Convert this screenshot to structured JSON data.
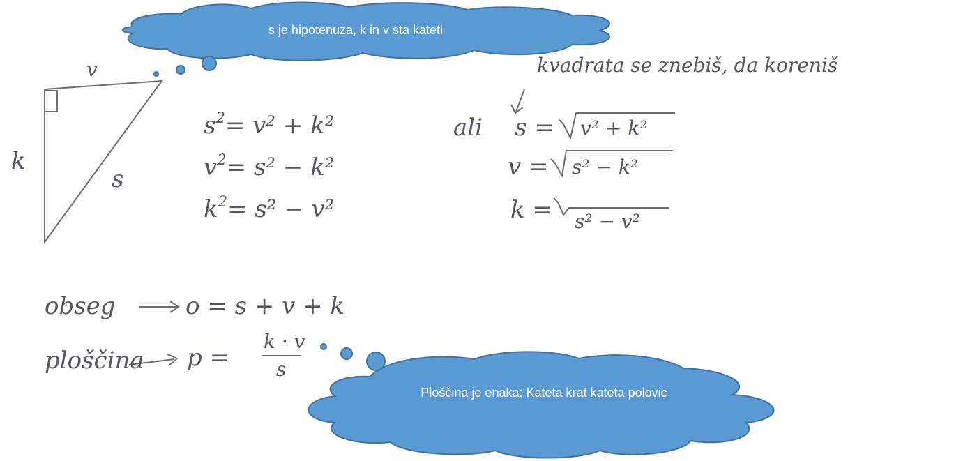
{
  "callouts": {
    "top": "s je hipotenuza, k in v sta kateti",
    "bottom": "Ploščina je enaka: Kateta krat kateta polovic"
  },
  "triangle_labels": {
    "v": "v",
    "k": "k",
    "s": "s"
  },
  "note": "kvadrata se znebiš, da koreniš",
  "formulas_left": {
    "f1": {
      "lhs": "s",
      "rhs": "= v² + k²"
    },
    "f2": {
      "lhs": "v",
      "rhs": "= s² − k²"
    },
    "f3": {
      "lhs": "k",
      "rhs": "= s² − v²"
    }
  },
  "formulas_right": {
    "prefix": "ali",
    "r1": {
      "lhs": "s =",
      "radicand": "v² + k²"
    },
    "r2": {
      "lhs": "v =",
      "radicand": "s² − k²"
    },
    "r3": {
      "lhs": "k =",
      "radicand": "s² − v²"
    }
  },
  "perimeter": {
    "word": "obseg",
    "formula": "o = s + v + k"
  },
  "area": {
    "word": "ploščina",
    "lhs": "p =",
    "numerator": "k · v",
    "denominator": "s"
  },
  "colors": {
    "cloud_fill": "#5b9bd5",
    "cloud_stroke": "#41719c",
    "ink": "#55555f"
  }
}
